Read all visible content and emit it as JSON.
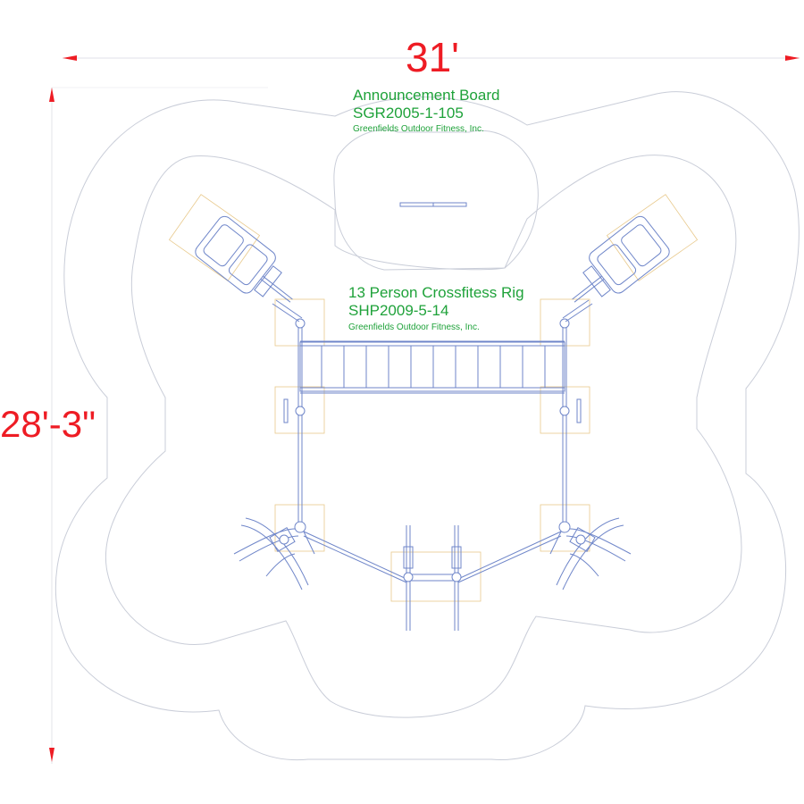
{
  "dimensions": {
    "width_label": "31'",
    "height_label": "28'-3\""
  },
  "announcement_board": {
    "name": "Announcement Board",
    "model": "SGR2005-1-105",
    "maker": "Greenfields Outdoor Fitness, Inc."
  },
  "crossfit_rig": {
    "name": "13 Person Crossfitess Rig",
    "model": "SHP2009-5-14",
    "maker": "Greenfields Outdoor Fitness, Inc."
  },
  "colors": {
    "dimension": "#ee1c24",
    "label": "#1fa23a",
    "equipment_line": "#6f86c9",
    "use_zone": "#c9cdd8",
    "footprint_pad": "#e8c98c"
  }
}
